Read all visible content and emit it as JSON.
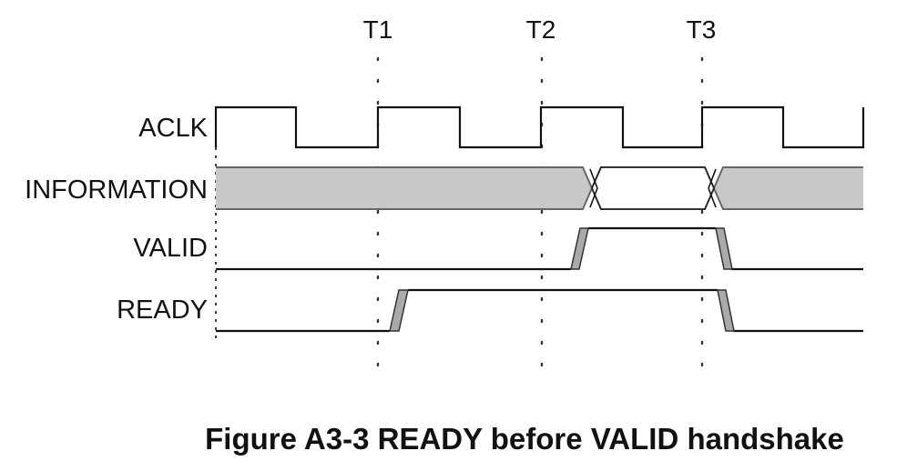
{
  "diagram": {
    "time_markers": [
      "T1",
      "T2",
      "T3"
    ],
    "signals": {
      "aclk": "ACLK",
      "information": "INFORMATION",
      "valid": "VALID",
      "ready": "READY"
    },
    "caption": "Figure A3-3 READY before VALID handshake",
    "colors": {
      "bus_fill": "#c8c8c8",
      "transition_fill": "#aaaaaa",
      "line": "#111111"
    }
  }
}
